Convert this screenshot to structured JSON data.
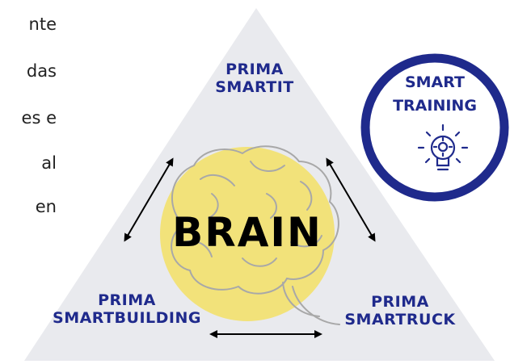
{
  "side_text": [
    "nte",
    "das",
    "es e",
    "al",
    "en"
  ],
  "center": {
    "label": "BRAIN"
  },
  "labels": {
    "top": [
      "PRIMA",
      "SMARTIT"
    ],
    "left": [
      "PRIMA",
      "SMARTBUILDING"
    ],
    "right": [
      "PRIMA",
      "SMARTRUCK"
    ]
  },
  "badge": {
    "lines": [
      "SMART",
      "TRAINING"
    ],
    "icon": "lightbulb-gear-icon"
  },
  "colors": {
    "navy": "#1f2a8c",
    "triangle": "#e9eaee",
    "circle": "#f2e27a",
    "text": "#222222"
  }
}
